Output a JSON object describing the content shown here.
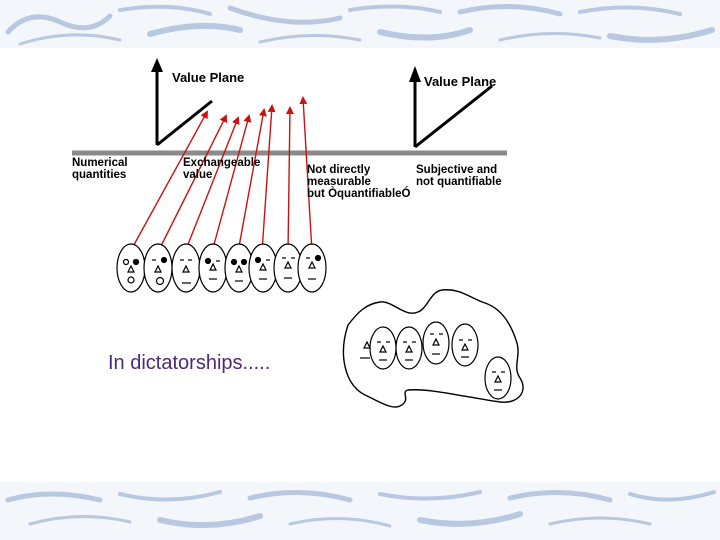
{
  "diagram": {
    "value_plane_left": "Value Plane",
    "value_plane_right": "Value Plane",
    "axis_labels": {
      "numerical_1": "Numerical",
      "numerical_2": "quantities",
      "exchangeable_1": "Exchangeable",
      "exchangeable_2": "value",
      "notdirect_1": "Not directly",
      "notdirect_2": "measurable",
      "notdirect_3": "but ÒquantifiableÓ",
      "subjective_1": "Subjective and",
      "subjective_2": "not quantifiable"
    },
    "caption": "In dictatorships.....",
    "colors": {
      "arrow": "#cc1111",
      "bar": "#8a8a8a",
      "caption": "#4a2a7a",
      "border": "#b8c8e0"
    }
  }
}
